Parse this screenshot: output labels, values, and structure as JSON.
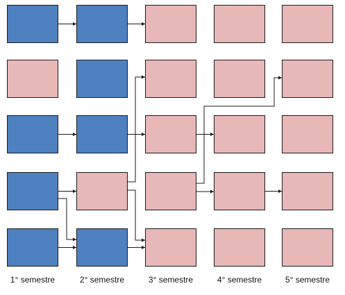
{
  "colors": {
    "done": "#4f80c0",
    "todo": "#e8b8b8",
    "line": "#1a1a1a"
  },
  "semesters": [
    "1° semestre",
    "2° semestre",
    "3° semestre",
    "4° semestre",
    "5° semestre"
  ],
  "grid": [
    [
      "done",
      "done",
      "todo",
      "todo",
      "todo"
    ],
    [
      "todo",
      "done",
      "todo",
      "todo",
      "todo"
    ],
    [
      "done",
      "done",
      "todo",
      "todo",
      "todo"
    ],
    [
      "done",
      "todo",
      "todo",
      "todo",
      "todo"
    ],
    [
      "done",
      "done",
      "todo",
      "todo",
      "todo"
    ]
  ],
  "prerequisites": [
    {
      "from": [
        0,
        0
      ],
      "to": [
        0,
        1
      ]
    },
    {
      "from": [
        0,
        1
      ],
      "to": [
        0,
        2
      ]
    },
    {
      "from": [
        2,
        0
      ],
      "to": [
        2,
        1
      ]
    },
    {
      "from": [
        2,
        1
      ],
      "to": [
        2,
        2
      ]
    },
    {
      "from": [
        3,
        0
      ],
      "to": [
        3,
        1
      ]
    },
    {
      "from": [
        3,
        0
      ],
      "to": [
        4,
        1
      ]
    },
    {
      "from": [
        3,
        1
      ],
      "to": [
        1,
        2
      ]
    },
    {
      "from": [
        3,
        1
      ],
      "to": [
        4,
        2
      ]
    },
    {
      "from": [
        4,
        0
      ],
      "to": [
        4,
        1
      ]
    },
    {
      "from": [
        4,
        1
      ],
      "to": [
        4,
        2
      ]
    },
    {
      "from": [
        2,
        2
      ],
      "to": [
        2,
        3
      ]
    },
    {
      "from": [
        3,
        2
      ],
      "to": [
        1,
        4
      ]
    },
    {
      "from": [
        3,
        2
      ],
      "to": [
        3,
        3
      ]
    },
    {
      "from": [
        3,
        3
      ],
      "to": [
        3,
        4
      ]
    }
  ]
}
